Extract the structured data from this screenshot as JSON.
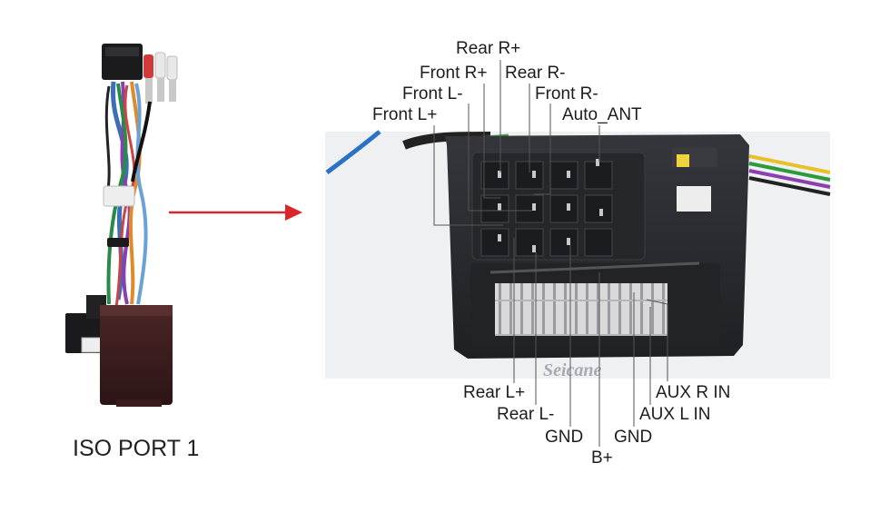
{
  "caption": "ISO PORT 1",
  "watermark": "Seicane",
  "pin_labels_top": [
    "Rear R+",
    "Front R+",
    "Rear R-",
    "Front L-",
    "Front R-",
    "Front L+",
    "Auto_ANT"
  ],
  "pin_labels_bottom": [
    "Rear L+",
    "AUX R IN",
    "Rear L-",
    "AUX L IN",
    "GND",
    "GND",
    "B+"
  ],
  "colors": {
    "arrow": "#d8262b",
    "connector_body": "#2a2b30",
    "leader_line": "#555555"
  }
}
